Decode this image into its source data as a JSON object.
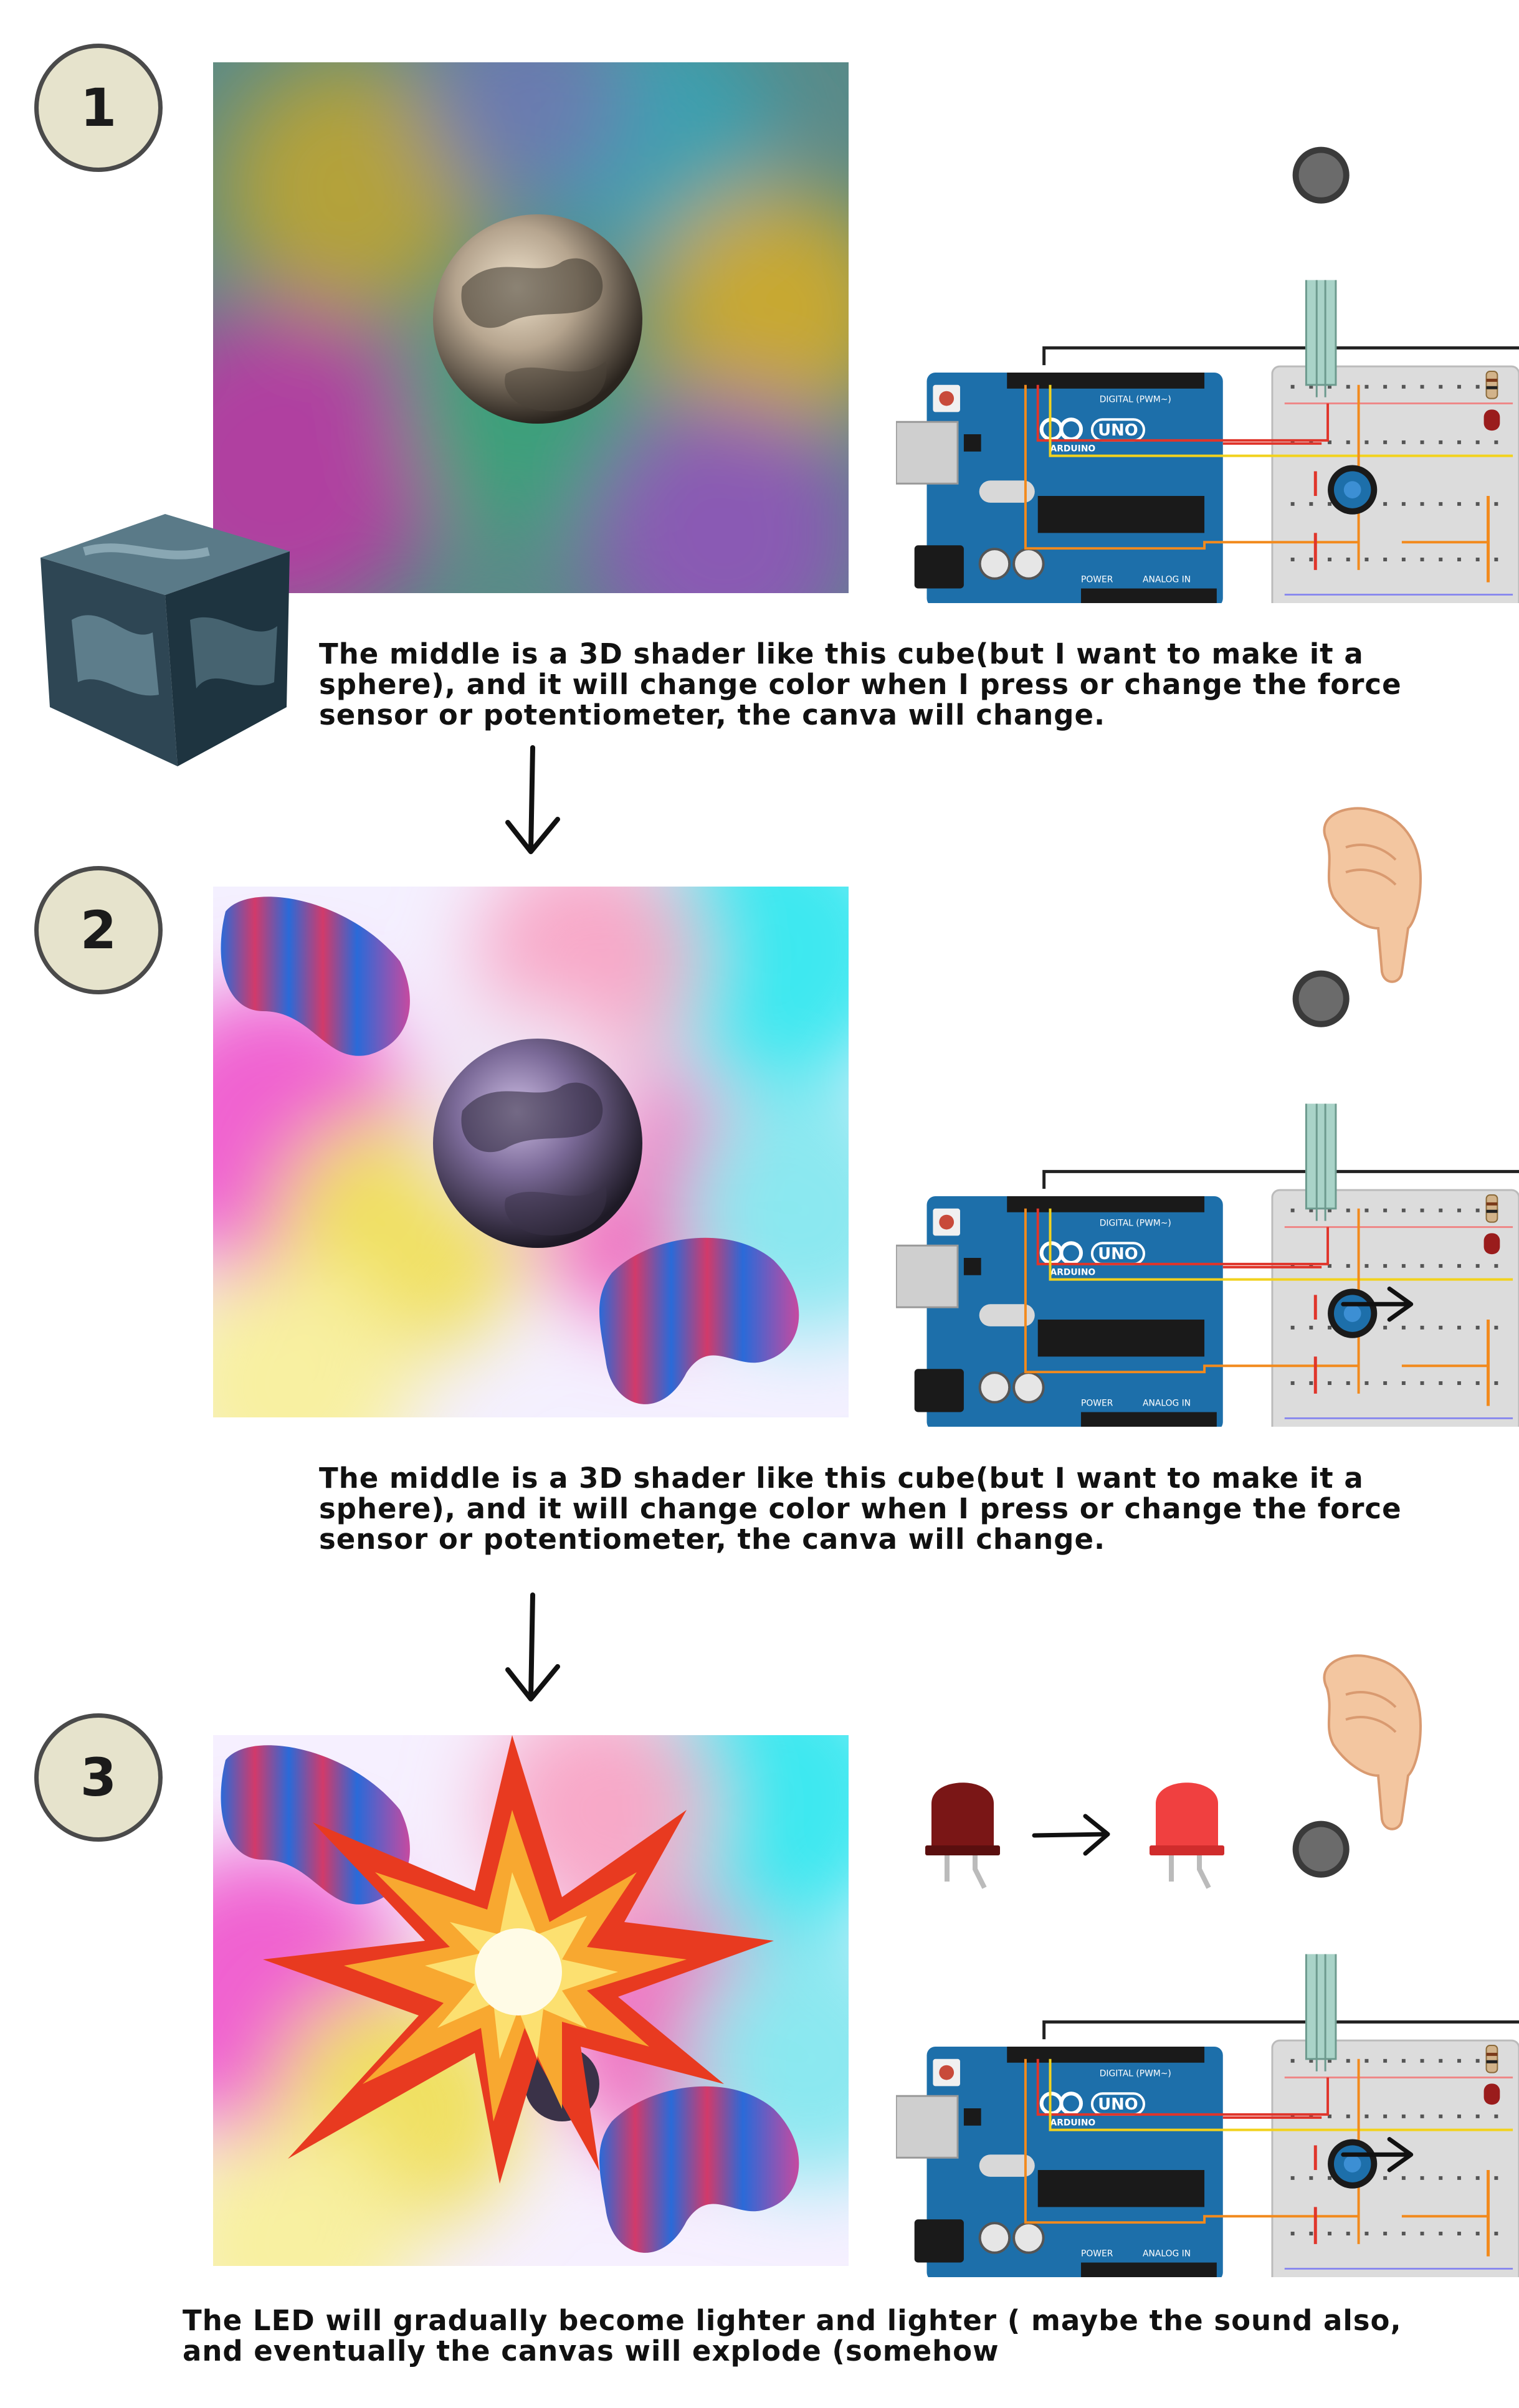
{
  "steps": [
    {
      "number": "1",
      "caption": "The middle is a 3D shader like this cube(but I want to make it a sphere), and it will change color when I press or change the force sensor or potentiometer, the canva will change."
    },
    {
      "number": "2",
      "caption": "The middle is a 3D shader like this cube(but I want to make it a sphere), and it will change color when I press or change the force sensor or potentiometer, the canva will change."
    },
    {
      "number": "3",
      "caption": "The LED will gradually become lighter and lighter ( maybe the sound also, and eventually the canvas will explode (somehow"
    }
  ],
  "arduino": {
    "model": "UNO",
    "brand": "ARDUINO",
    "digital_label": "DIGITAL (PWM~)",
    "power_label": "POWER",
    "analog_label": "ANALOG IN"
  },
  "colors": {
    "badge_fill": "#e6e3cc",
    "badge_border": "#4a4a4a",
    "arduino_blue": "#1d6faa",
    "wire_red": "#e0352b",
    "wire_yellow": "#f2d21d",
    "wire_orange": "#f28a1d",
    "led_dark": "#7a1616",
    "led_bright": "#f04040"
  },
  "icons": [
    "pointing-hand-icon",
    "arrow-right-icon",
    "arrow-down-icon",
    "explosion-icon",
    "led-icon"
  ]
}
